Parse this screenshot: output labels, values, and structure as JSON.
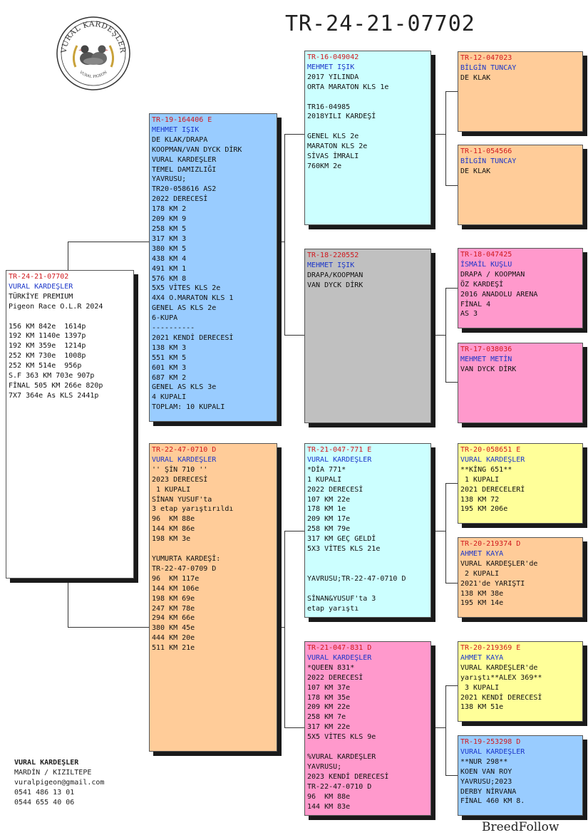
{
  "header": {
    "title": "TR-24-21-07702",
    "logo_top": "VURAL KARDEŞLER",
    "logo_bottom": "VURAL PIGEON"
  },
  "colors": {
    "white": "#ffffff",
    "blue": "#99ccff",
    "peach": "#ffcc99",
    "cyan": "#ccffff",
    "gray": "#c0c0c0",
    "pink": "#ff99cc",
    "yellow": "#ffff99",
    "ring_red": "#d0181d",
    "owner_blue": "#1a35c9"
  },
  "boxes": {
    "subject": {
      "ring": "TR-24-21-07702",
      "owner": "VURAL KARDEŞLER",
      "lines": [
        "TÜRKİYE PREMIUM",
        "Pigeon Race O.L.R 2024",
        "",
        "156 KM 842e  1614p",
        "192 KM 1140e 1397p",
        "192 KM 359e  1214p",
        "252 KM 730e  1008p",
        "252 KM 514e  956p",
        "S.F 363 KM 703e 907p",
        "FİNAL 505 KM 266e 820p",
        "7X7 364e As KLS 2441p"
      ]
    },
    "sire": {
      "ring": "TR-19-164406 E",
      "owner": "MEHMET IŞIK",
      "lines": [
        "DE KLAK/DRAPA",
        "KOOPMAN/VAN DYCK DİRK",
        "VURAL KARDEŞLER",
        "TEMEL DAMIZLIĞI",
        "YAVRUSU;",
        "TR20-058616 AS2",
        "2022 DERECESİ",
        "178 KM 2",
        "209 KM 9",
        "258 KM 5",
        "317 KM 3",
        "380 KM 5",
        "438 KM 4",
        "491 KM 1",
        "576 KM 8",
        "5X5 VİTES KLS 2e",
        "4X4 O.MARATON KLS 1",
        "GENEL AS KLS 2e",
        "6-KUPA",
        "----------",
        "2021 KENDİ DERECESİ",
        "138 KM 3",
        "551 KM 5",
        "601 KM 3",
        "687 KM 2",
        "GENEL AS KLS 3e",
        "4 KUPALI",
        "TOPLAM: 10 KUPALI"
      ]
    },
    "dam": {
      "ring": "TR-22-47-0710 D",
      "owner": "VURAL KARDEŞLER",
      "lines": [
        "'' ŞİN 710 ''",
        "2023 DERECESİ",
        " 1 KUPALI",
        "SİNAN YUSUF'ta",
        "3 etap yarıştırıldı",
        "96  KM 88e",
        "144 KM 86e",
        "198 KM 3e",
        "",
        "YUMURTA KARDEŞİ:",
        "TR-22-47-0709 D",
        "96  KM 117e",
        "144 KM 106e",
        "198 KM 69e",
        "247 KM 78e",
        "294 KM 66e",
        "380 KM 45e",
        "444 KM 20e",
        "511 KM 21e"
      ]
    },
    "ss": {
      "ring": "TR-16-049042",
      "owner": "MEHMET IŞIK",
      "lines": [
        "2017 YILINDA",
        "ORTA MARATON KLS 1e",
        "",
        "TR16-04985",
        "2018YILI KARDEŞİ",
        "",
        "GENEL KLS 2e",
        "MARATON KLS 2e",
        "SİVAS İMRALI",
        "760KM 2e"
      ]
    },
    "sd": {
      "ring": "TR-18-220552",
      "owner": "MEHMET IŞIK",
      "lines": [
        "DRAPA/KOOPMAN",
        "VAN DYCK DİRK"
      ]
    },
    "ds": {
      "ring": "TR-21-047-771 E",
      "owner": "VURAL KARDEŞLER",
      "lines": [
        "*DİA 771*",
        "1 KUPALI",
        "2022 DERECESİ",
        "107 KM 22e",
        "178 KM 1e",
        "209 KM 17e",
        "258 KM 79e",
        "317 KM GEÇ GELDİ",
        "5X3 VİTES KLS 21e",
        "",
        "",
        "YAVRUSU;TR-22-47-0710 D",
        "",
        "SİNAN&YUSUF'ta 3",
        "etap yarıştı"
      ]
    },
    "dd": {
      "ring": "TR-21-047-831 D",
      "owner": "VURAL KARDEŞLER",
      "lines": [
        "*QUEEN 831*",
        "2022 DERECESİ",
        "107 KM 37e",
        "178 KM 35e",
        "209 KM 22e",
        "258 KM 7e",
        "317 KM 22e",
        "5X5 VİTES KLS 9e",
        "",
        "%VURAL KARDEŞLER",
        "YAVRUSU;",
        "2023 KENDİ DERECESİ",
        "TR-22-47-0710 D",
        "96  KM 88e",
        "144 KM 83e"
      ]
    },
    "sss": {
      "ring": "TR-12-047023",
      "owner": "BİLGİN TUNCAY",
      "lines": [
        "DE KLAK"
      ]
    },
    "ssd": {
      "ring": "TR-11-054566",
      "owner": "BİLGİN TUNCAY",
      "lines": [
        "DE KLAK"
      ]
    },
    "sds": {
      "ring": "TR-18-047425",
      "owner": "İSMAİL KUŞLU",
      "lines": [
        "DRAPA / KOOPMAN",
        "ÖZ KARDEŞİ",
        "2016 ANADOLU ARENA",
        "FİNAL 4",
        "AS 3"
      ]
    },
    "sdd": {
      "ring": "TR-17-038036",
      "owner": "MEHMET METİN",
      "lines": [
        "VAN DYCK DİRK"
      ]
    },
    "dss": {
      "ring": "TR-20-058651 E",
      "owner": "VURAL KARDEŞLER",
      "lines": [
        "**KİNG 651**",
        " 1 KUPALI",
        "2021 DERECELERİ",
        "138 KM 72",
        "195 KM 206e"
      ]
    },
    "dsd": {
      "ring": "TR-20-219374 D",
      "owner": "AHMET KAYA",
      "lines": [
        "VURAL KARDEŞLER'de",
        " 2 KUPALI",
        "2021'de YARIŞTI",
        "138 KM 38e",
        "195 KM 14e"
      ]
    },
    "dds": {
      "ring": "TR-20-219369 E",
      "owner": "AHMET KAYA",
      "lines": [
        "VURAL KARDEŞLER'de",
        "yarıştı**ALEX 369**",
        " 3 KUPALI",
        "2021 KENDİ DERECESİ",
        "138 KM 51e"
      ]
    },
    "ddd": {
      "ring": "TR-19-253298 D",
      "owner": "VURAL KARDEŞLER",
      "lines": [
        "**NUR 298**",
        "KOEN VAN ROY",
        "YAVRUSU;2023",
        "DERBY NİRVANA",
        "FİNAL 460 KM 8."
      ]
    }
  },
  "contact": {
    "name": "VURAL KARDEŞLER",
    "location": "MARDİN / KIZILTEPE",
    "email": "vuralpigeon@gmail.com",
    "phone1": "0541 486 13 01",
    "phone2": "0544 655 40 06"
  },
  "brand": "BreedFollow"
}
